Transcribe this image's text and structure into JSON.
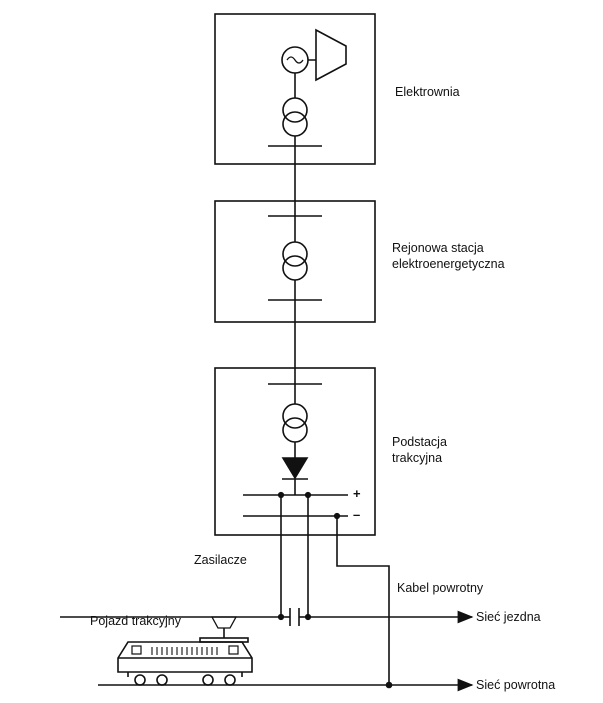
{
  "blocks": {
    "power_plant": "Elektrownia",
    "regional_station_line1": "Rejonowa stacja",
    "regional_station_line2": "elektroenergetyczna",
    "substation_line1": "Podstacja",
    "substation_line2": "trakcyjna"
  },
  "busbar_signs": {
    "plus": "+",
    "minus": "–"
  },
  "labels": {
    "feeders": "Zasilacze",
    "return_cable": "Kabel powrotny",
    "contact_network": "Sieć jezdna",
    "vehicle": "Pojazd trakcyjny",
    "return_network": "Sieć powrotna"
  },
  "colors": {
    "ink": "#111111",
    "background": "#ffffff"
  }
}
